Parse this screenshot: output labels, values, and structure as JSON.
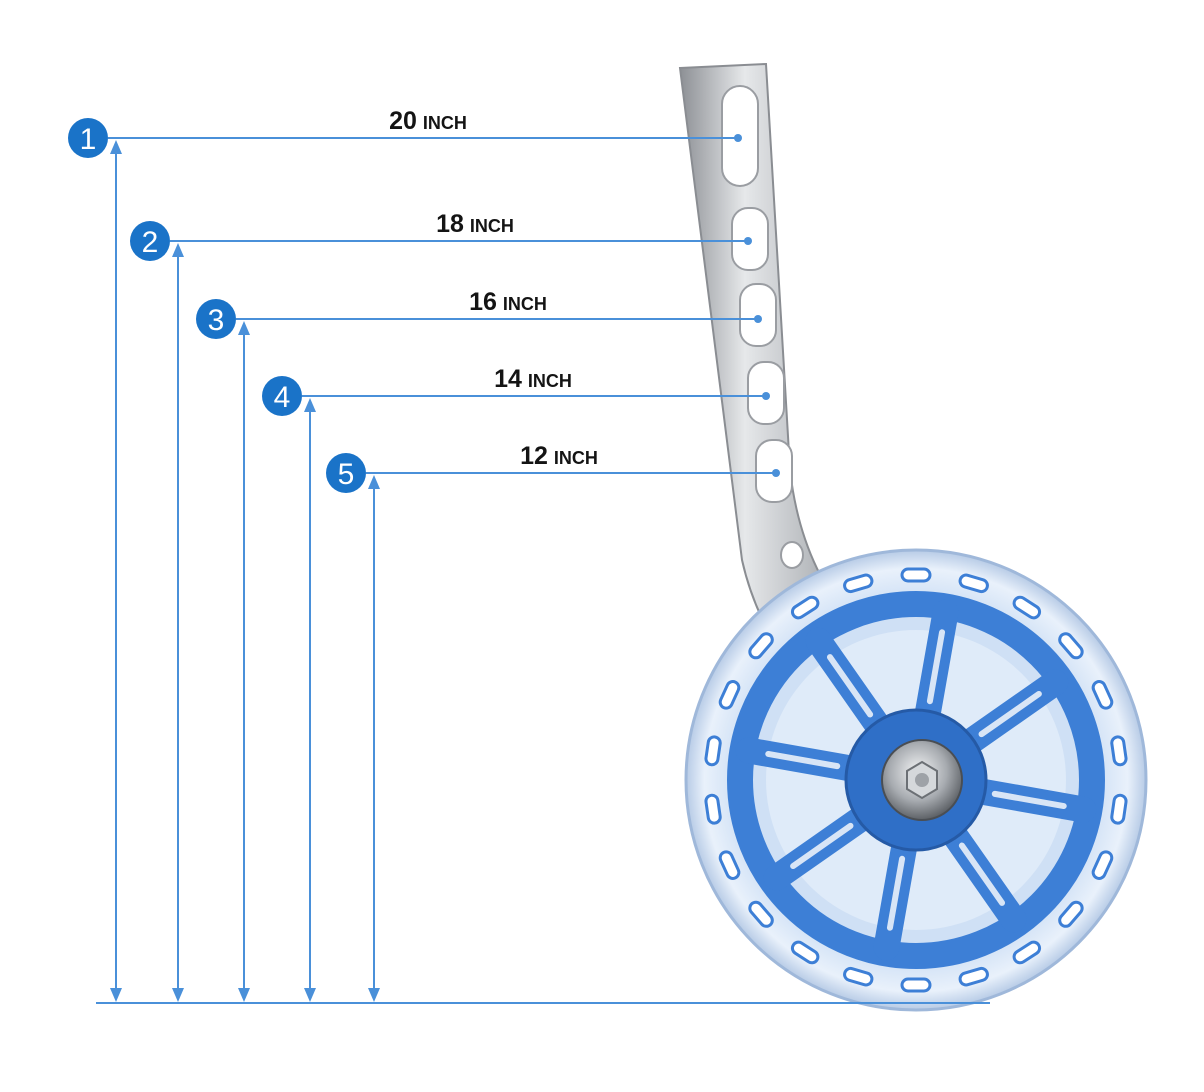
{
  "colors": {
    "line": "#4a90d9",
    "badge": "#1a73c8",
    "wheel_blue": "#3d7fd6",
    "wheel_blue_dark": "#2a63b8",
    "bracket_silver": "#c2c5c9"
  },
  "levels": [
    {
      "badge": "1",
      "size": "20",
      "unit": "INCH"
    },
    {
      "badge": "2",
      "size": "18",
      "unit": "INCH"
    },
    {
      "badge": "3",
      "size": "16",
      "unit": "INCH"
    },
    {
      "badge": "4",
      "size": "14",
      "unit": "INCH"
    },
    {
      "badge": "5",
      "size": "12",
      "unit": "INCH"
    }
  ]
}
